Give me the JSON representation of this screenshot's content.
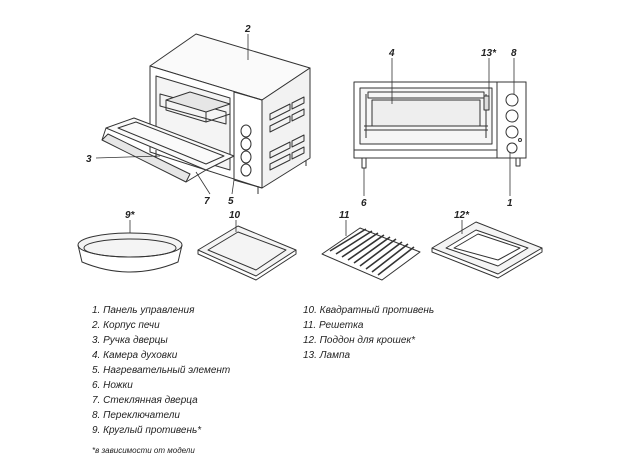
{
  "callouts": {
    "n2": "2",
    "n3": "3",
    "n5": "5",
    "n7": "7",
    "n4": "4",
    "n13": "13*",
    "n8": "8",
    "n6": "6",
    "n1": "1",
    "n9": "9*",
    "n10": "10",
    "n11": "11",
    "n12": "12*"
  },
  "legend_left": [
    "1. Панель управления",
    "2. Корпус печи",
    "3. Ручка дверцы",
    "4. Камера духовки",
    "5. Нагревательный элемент",
    "6. Ножки",
    "7. Стеклянная дверца",
    "8. Переключатели",
    "9. Круглый противень*"
  ],
  "legend_right": [
    "10. Квадратный противень",
    "11. Решетка",
    "12. Поддон для крошек*",
    "13. Лампа"
  ],
  "footnote": "*в зависимости от модели"
}
